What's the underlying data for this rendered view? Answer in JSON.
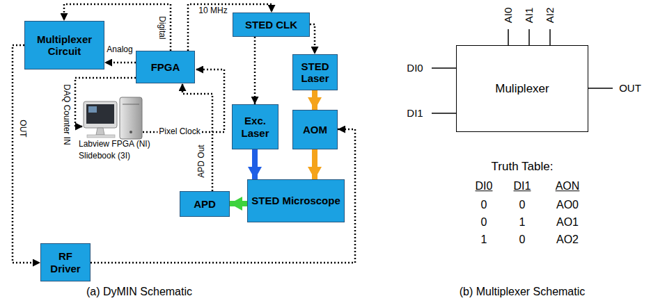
{
  "diagram": {
    "nodes": [
      {
        "text": [
          "Multiplexer Circuit"
        ]
      },
      {
        "text": [
          "FPGA"
        ]
      },
      {
        "text": [
          "STED CLK"
        ]
      },
      {
        "text": [
          "STED Laser"
        ]
      },
      {
        "text": [
          "Exc. Laser"
        ]
      },
      {
        "text": [
          "AOM"
        ]
      },
      {
        "text": [
          "STED Microscope"
        ]
      },
      {
        "text": [
          "APD"
        ]
      },
      {
        "text": [
          "RF Driver"
        ]
      },
      {
        "text": [
          "Muliplexer"
        ]
      }
    ],
    "edges": [
      {
        "from": 1,
        "to": 0,
        "label": "Digital",
        "arrow": "to"
      },
      {
        "from": 1,
        "to": 0,
        "label": "Analog",
        "arrow": "to"
      },
      {
        "from": 1,
        "to": 2,
        "label": "10 MHz",
        "arrow": "to"
      },
      {
        "from": 2,
        "to": 3,
        "arrow": "to"
      },
      {
        "from": 2,
        "to": 4,
        "arrow": "to"
      },
      {
        "from": 3,
        "to": 5,
        "arrow": "to"
      },
      {
        "from": 5,
        "to": 6,
        "arrow": "to"
      },
      {
        "from": 4,
        "to": 6,
        "arrow": "to"
      },
      {
        "from": 6,
        "to": 7,
        "arrow": "to"
      },
      {
        "from": 7,
        "to": 1,
        "label": "APD Out",
        "arrow": "to"
      },
      {
        "from": 0,
        "to": 8,
        "label": "OUT",
        "arrow": "to"
      },
      {
        "from": 8,
        "to": 5,
        "arrow": "to"
      }
    ],
    "labels": [
      "DAQ Counter IN",
      "Pixel Clock",
      "Labview FPGA (NI)",
      "Slidebook (3I)",
      "AI0",
      "AI1",
      "AI2",
      "DI0",
      "DI1",
      "OUT",
      "Truth Table:",
      "DI0",
      "DI1",
      "AON",
      "0",
      "0",
      "AO0",
      "0",
      "1",
      "AO1",
      "1",
      "0",
      "AO2",
      "(a) DyMIN Schematic",
      "(b) Multiplexer Schematic"
    ]
  }
}
